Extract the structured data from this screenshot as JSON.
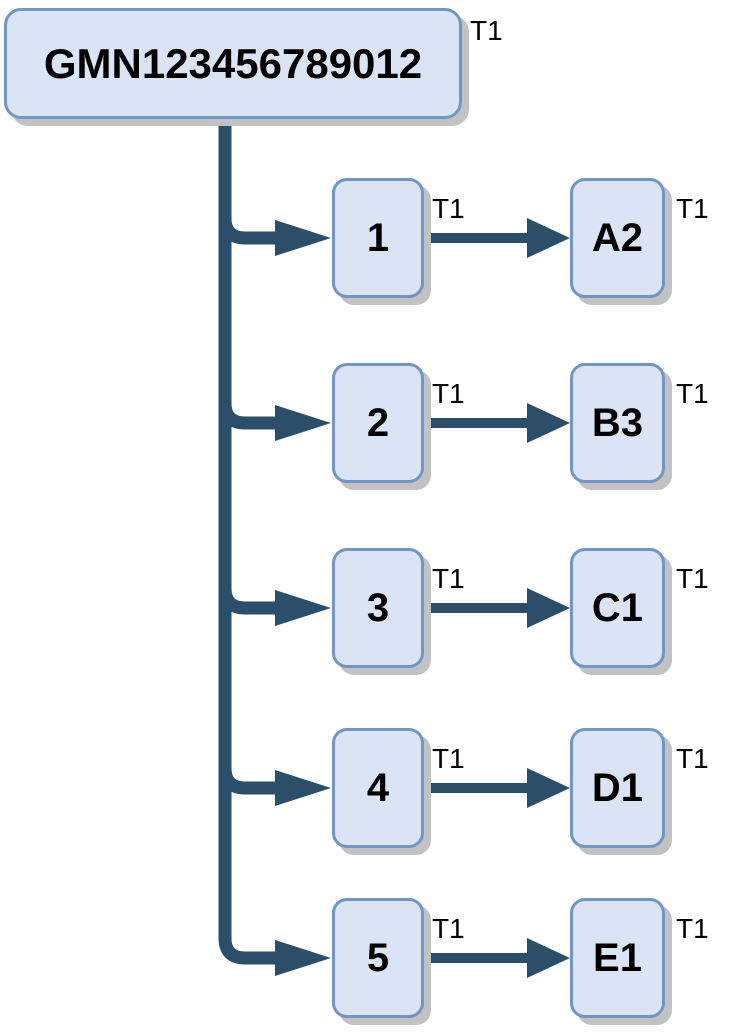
{
  "diagram": {
    "title_node": {
      "id": "root",
      "label": "GMN123456789012",
      "tag": "T1"
    },
    "colors": {
      "node_fill": "#dae4f4",
      "node_border": "#7295c7",
      "node_shadow": "#c2c2c2",
      "edge": "#2b4f68",
      "label_text": "#000000",
      "background": "#ffffff"
    },
    "rows": [
      {
        "middle": {
          "label": "1",
          "tag": "T1"
        },
        "leaf": {
          "label": "A2",
          "tag": "T1"
        },
        "branch_tag": "T1"
      },
      {
        "middle": {
          "label": "2",
          "tag": "T1"
        },
        "leaf": {
          "label": "B3",
          "tag": "T1"
        },
        "branch_tag": "T1"
      },
      {
        "middle": {
          "label": "3",
          "tag": "T1"
        },
        "leaf": {
          "label": "C1",
          "tag": "T1"
        },
        "branch_tag": "T1"
      },
      {
        "middle": {
          "label": "4",
          "tag": "T1"
        },
        "leaf": {
          "label": "D1",
          "tag": "T1"
        },
        "branch_tag": "T1"
      },
      {
        "middle": {
          "label": "5",
          "tag": "T1"
        },
        "leaf": {
          "label": "E1",
          "tag": "T1"
        },
        "branch_tag": "T1"
      }
    ]
  }
}
